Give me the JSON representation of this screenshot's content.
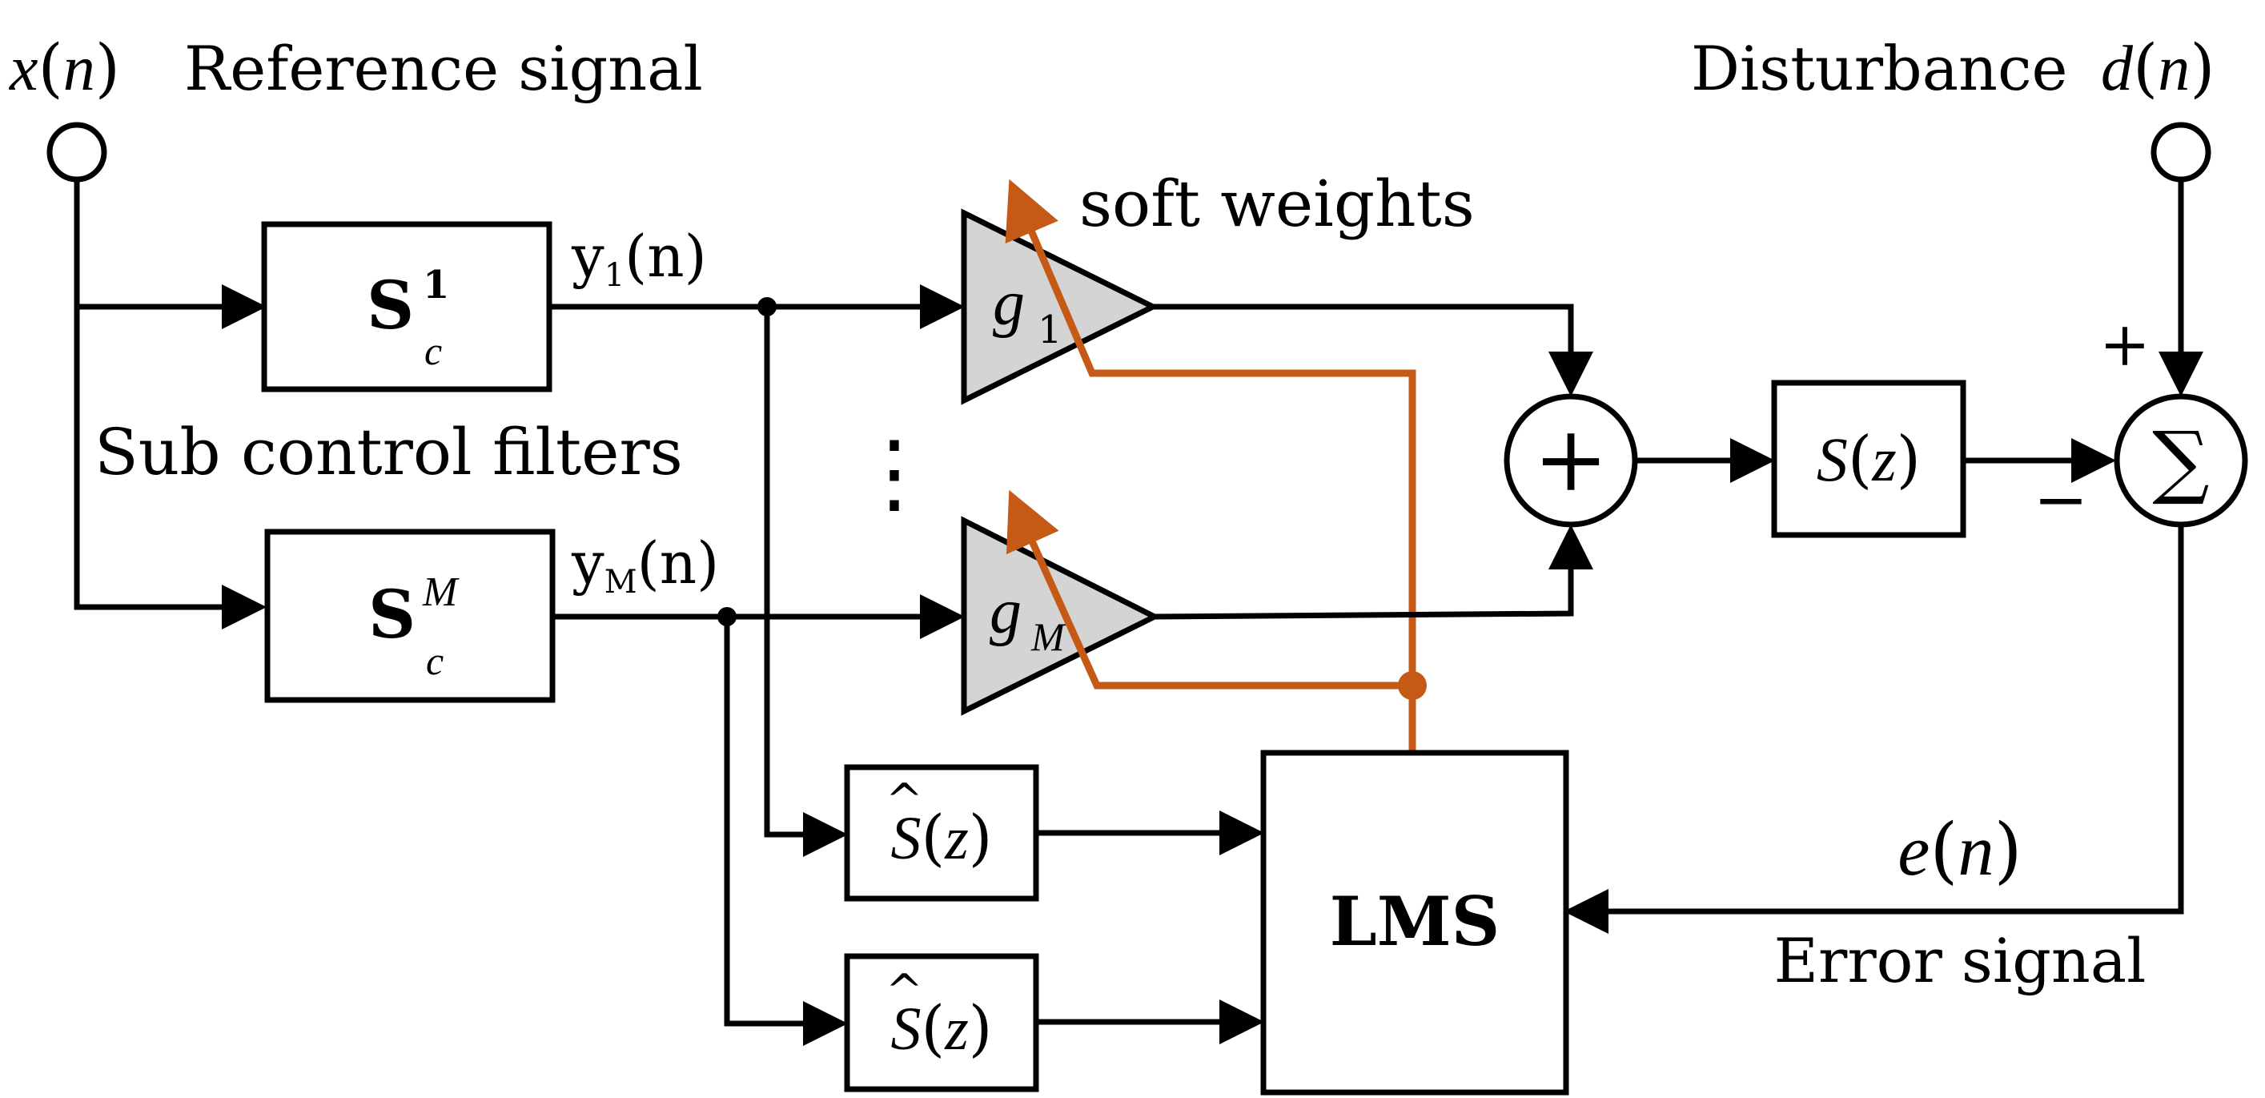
{
  "colors": {
    "line": "#000000",
    "adaptation": "#c45a16",
    "amplifier_fill": "#d4d4d4"
  },
  "inputs": {
    "reference": {
      "symbol": "x",
      "arg": "n",
      "label": "Reference signal"
    },
    "disturbance": {
      "label": "Disturbance",
      "symbol": "d",
      "arg": "n"
    }
  },
  "filters": {
    "group_label": "Sub control filters",
    "first": {
      "base": "S",
      "sub": "c",
      "sup": "1"
    },
    "last": {
      "base": "S",
      "sub": "c",
      "sup": "M"
    }
  },
  "signals": {
    "y1": {
      "base": "y",
      "sub": "1",
      "arg": "(n)"
    },
    "yM": {
      "base": "y",
      "sub": "M",
      "arg": "(n)"
    }
  },
  "gains": {
    "label": "soft weights",
    "first": {
      "base": "g",
      "sub": "1"
    },
    "last": {
      "base": "g",
      "sub": "M"
    },
    "ellipsis": "⋮"
  },
  "summer": {
    "symbol": "+"
  },
  "plant": {
    "func": "S",
    "arg": "z"
  },
  "estimates": [
    {
      "func": "S",
      "hat": "^",
      "arg": "z"
    },
    {
      "func": "S",
      "hat": "^",
      "arg": "z"
    }
  ],
  "lms": {
    "label": "LMS"
  },
  "sum_junction": {
    "symbol": "∑",
    "plus": "+",
    "minus": "−"
  },
  "error": {
    "symbol": "e",
    "arg": "n",
    "label": "Error signal"
  }
}
